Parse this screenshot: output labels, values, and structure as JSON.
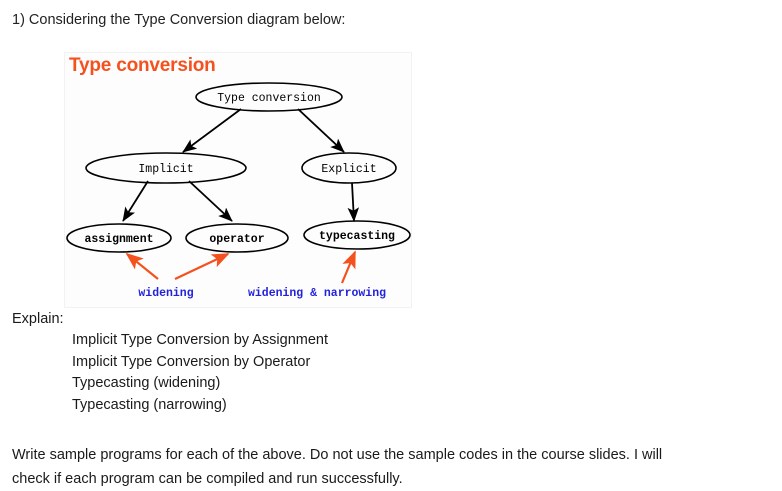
{
  "question": {
    "prompt": "1) Considering the Type Conversion diagram below:"
  },
  "diagram": {
    "title": "Type conversion",
    "colors": {
      "title": "#f4511e",
      "arrow_orange": "#f4511e",
      "edge_label_blue": "#2222dd",
      "node_stroke": "#000000"
    },
    "nodes": {
      "root": "Type conversion",
      "implicit": "Implicit",
      "explicit": "Explicit",
      "assignment": "assignment",
      "operator": "operator",
      "typecasting": "typecasting"
    },
    "annotations": {
      "widening": "widening",
      "widening_narrowing": "widening & narrowing"
    }
  },
  "explain": {
    "heading": "Explain:",
    "items": [
      "Implicit Type Conversion by Assignment",
      "Implicit Type Conversion by Operator",
      "Typecasting (widening)",
      "Typecasting (narrowing)"
    ]
  },
  "closing": {
    "line1": "Write sample programs for each of the above. Do not use the sample codes in the course slides. I will",
    "line2": "check if each program can be compiled and run successfully."
  }
}
